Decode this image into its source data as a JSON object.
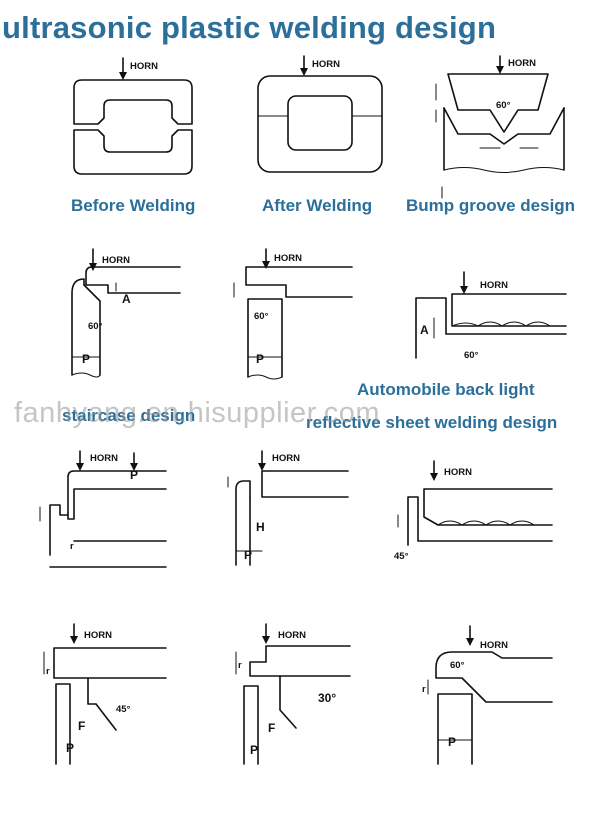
{
  "title": "ultrasonic plastic welding design",
  "captions": {
    "before": "Before Welding",
    "after": "After Welding",
    "bump": "Bump groove design",
    "automobile": "Automobile back light",
    "staircase": "staircase design",
    "reflective": "reflective sheet welding design"
  },
  "watermark": "fanhyang.en.hisupplier.com",
  "labels": {
    "horn": "HORN",
    "p": "P",
    "a": "A",
    "r": "r",
    "h": "H",
    "f": "F",
    "deg60": "60°",
    "deg45": "45°",
    "deg30": "30°"
  }
}
